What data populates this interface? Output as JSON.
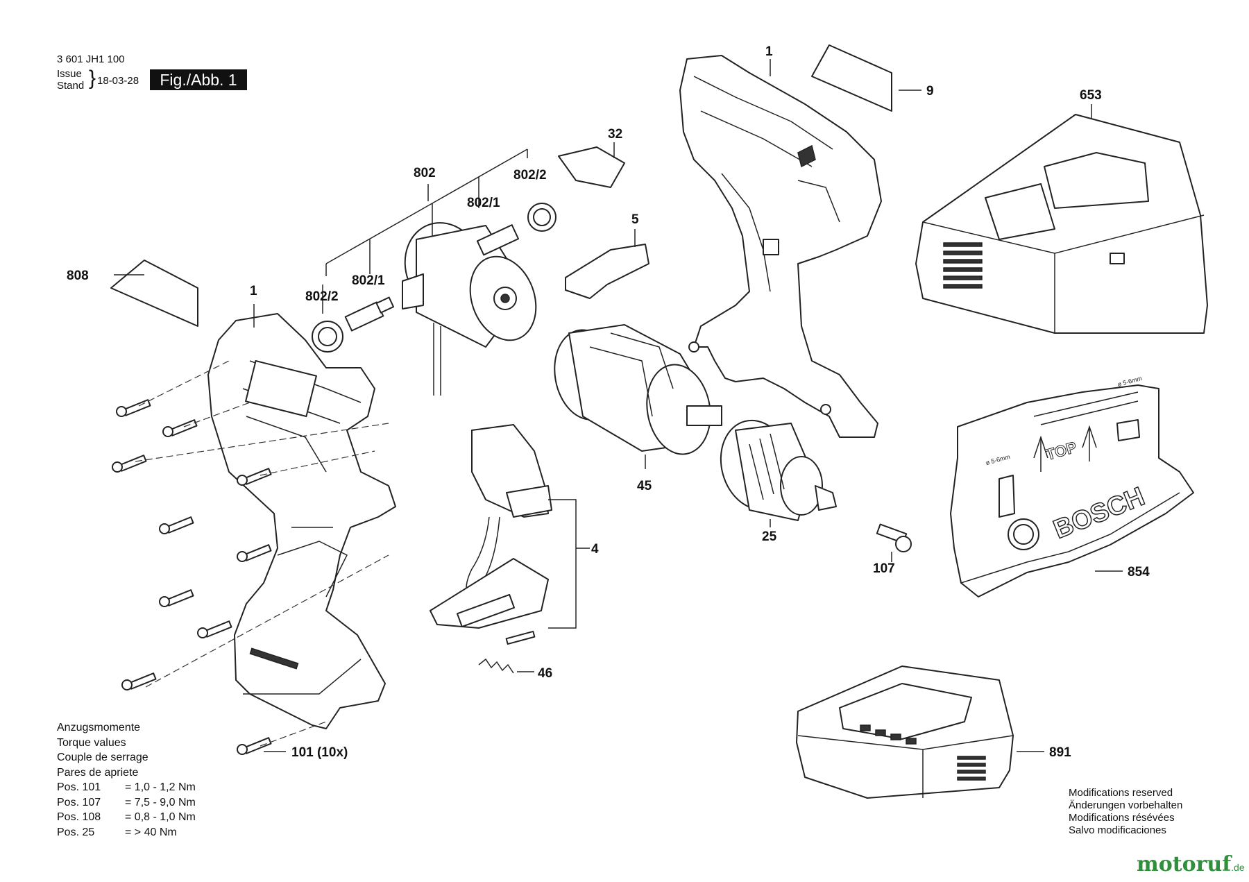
{
  "header": {
    "part_number": "3 601 JH1 100",
    "issue_label": "Issue",
    "stand_label": "Stand",
    "date": "18-03-28",
    "figure": "Fig./Abb. 1"
  },
  "callouts": {
    "c1_left": "1",
    "c1_right": "1",
    "c9": "9",
    "c653": "653",
    "c32": "32",
    "c802": "802",
    "c802_2_top": "802/2",
    "c802_1_top": "802/1",
    "c802_1_mid": "802/1",
    "c802_2_left": "802/2",
    "c5": "5",
    "c808": "808",
    "c45": "45",
    "c4": "4",
    "c25": "25",
    "c107": "107",
    "c854": "854",
    "c46": "46",
    "c101": "101 (10x)",
    "c891": "891"
  },
  "printed_marks": {
    "top": "TOP",
    "brand": "BOSCH",
    "range_left": "ø 5-6mm",
    "range_right": "ø 5-6mm"
  },
  "torque": {
    "lines": [
      "Anzugsmomente",
      "Torque values",
      "Couple de serrage",
      "Pares de apriete"
    ],
    "rows": [
      {
        "pos": "Pos. 101",
        "val": "= 1,0 - 1,2 Nm"
      },
      {
        "pos": "Pos. 107",
        "val": "= 7,5 - 9,0 Nm"
      },
      {
        "pos": "Pos. 108",
        "val": "= 0,8 - 1,0 Nm"
      },
      {
        "pos": "Pos. 25",
        "val": "= > 40 Nm"
      }
    ]
  },
  "modifications": [
    "Modifications reserved",
    "Änderungen vorbehalten",
    "Modifications résévées",
    "Salvo modificaciones"
  ],
  "watermark": {
    "main": "motoruf",
    "suffix": ".de"
  }
}
